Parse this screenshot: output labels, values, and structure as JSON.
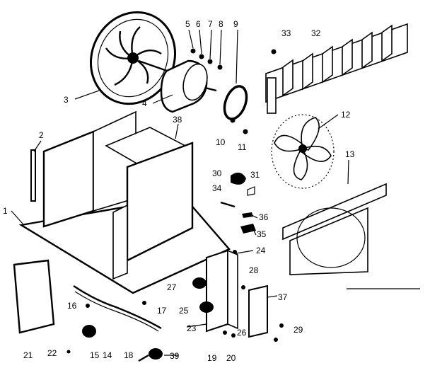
{
  "diagram": {
    "labels": [
      "1",
      "2",
      "3",
      "4",
      "5",
      "6",
      "7",
      "8",
      "9",
      "10",
      "11",
      "12",
      "13",
      "14",
      "15",
      "16",
      "17",
      "18",
      "19",
      "20",
      "21",
      "22",
      "23",
      "24",
      "25",
      "26",
      "27",
      "28",
      "29",
      "30",
      "31",
      "32",
      "33",
      "34",
      "35",
      "36",
      "37",
      "38",
      "39"
    ]
  }
}
